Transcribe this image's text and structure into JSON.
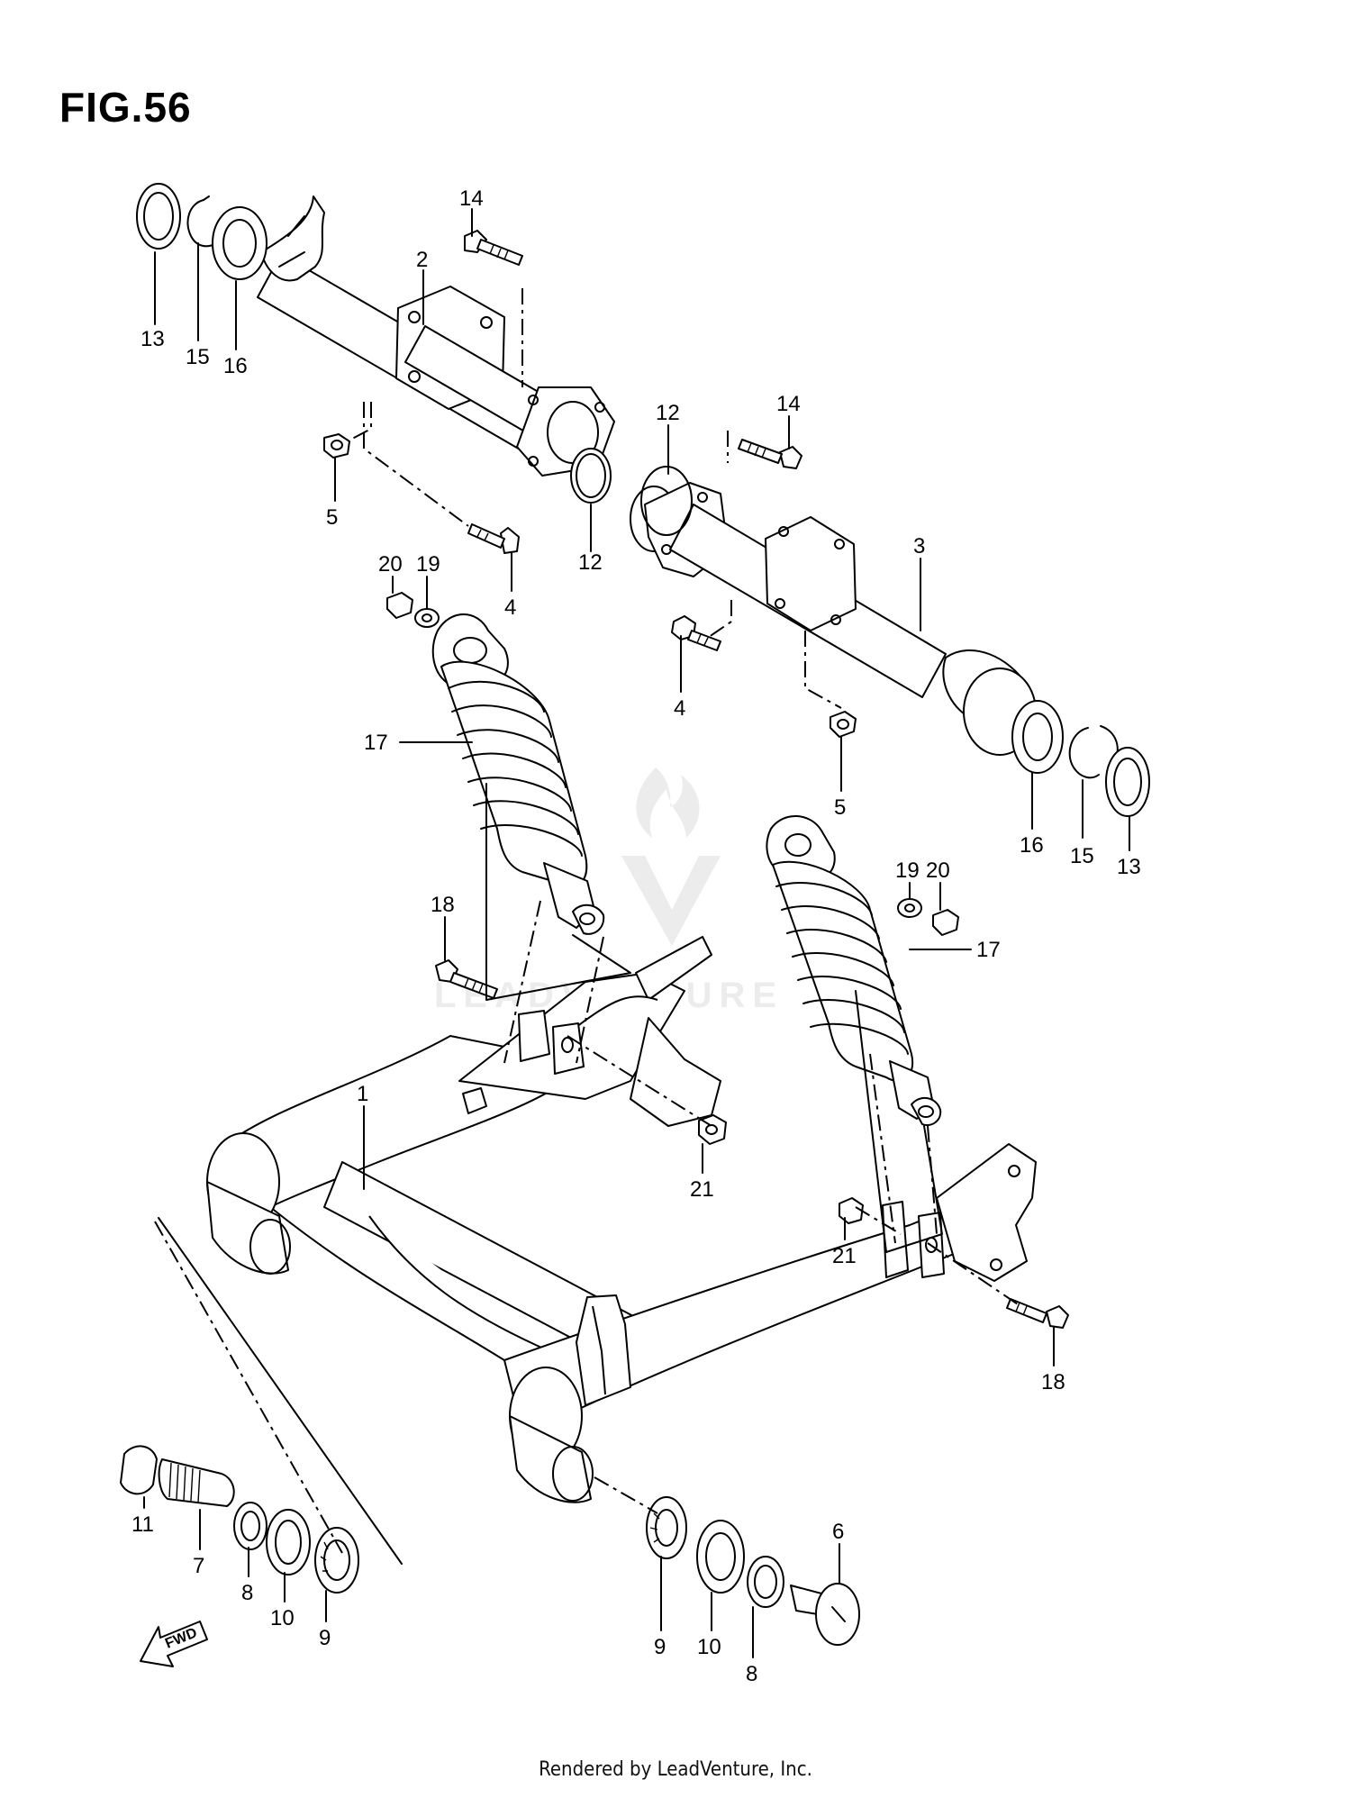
{
  "figure": {
    "title": "FIG.56",
    "footer": "Rendered by LeadVenture, Inc.",
    "watermark": "LEADVENTURE",
    "fwd_label": "FWD"
  },
  "callouts": [
    {
      "id": "c13a",
      "num": "13"
    },
    {
      "id": "c15a",
      "num": "15"
    },
    {
      "id": "c16a",
      "num": "16"
    },
    {
      "id": "c2",
      "num": "2"
    },
    {
      "id": "c14a",
      "num": "14"
    },
    {
      "id": "c5a",
      "num": "5"
    },
    {
      "id": "c4a",
      "num": "4"
    },
    {
      "id": "c12a",
      "num": "12"
    },
    {
      "id": "c12b",
      "num": "12"
    },
    {
      "id": "c14b",
      "num": "14"
    },
    {
      "id": "c3",
      "num": "3"
    },
    {
      "id": "c20a",
      "num": "20"
    },
    {
      "id": "c19a",
      "num": "19"
    },
    {
      "id": "c4b",
      "num": "4"
    },
    {
      "id": "c5b",
      "num": "5"
    },
    {
      "id": "c17a",
      "num": "17"
    },
    {
      "id": "c16b",
      "num": "16"
    },
    {
      "id": "c15b",
      "num": "15"
    },
    {
      "id": "c13b",
      "num": "13"
    },
    {
      "id": "c19b",
      "num": "19"
    },
    {
      "id": "c20b",
      "num": "20"
    },
    {
      "id": "c17b",
      "num": "17"
    },
    {
      "id": "c18a",
      "num": "18"
    },
    {
      "id": "c1",
      "num": "1"
    },
    {
      "id": "c21a",
      "num": "21"
    },
    {
      "id": "c21b",
      "num": "21"
    },
    {
      "id": "c18b",
      "num": "18"
    },
    {
      "id": "c11",
      "num": "11"
    },
    {
      "id": "c7",
      "num": "7"
    },
    {
      "id": "c8a",
      "num": "8"
    },
    {
      "id": "c10a",
      "num": "10"
    },
    {
      "id": "c9a",
      "num": "9"
    },
    {
      "id": "c9b",
      "num": "9"
    },
    {
      "id": "c6",
      "num": "6"
    },
    {
      "id": "c10b",
      "num": "10"
    },
    {
      "id": "c8b",
      "num": "8"
    }
  ]
}
